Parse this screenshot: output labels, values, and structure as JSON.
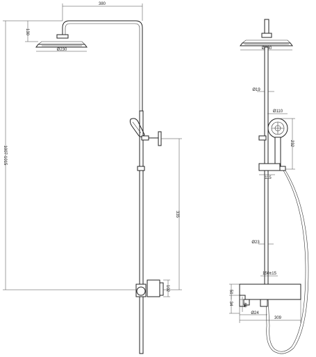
{
  "colors": {
    "line": "#222222",
    "background": "#ffffff"
  },
  "front_view": {
    "dim_arm_width": "380",
    "dim_head_drop": "130",
    "dim_head_diameter": "Ø230",
    "dim_total_height": "1007-1015",
    "dim_bar_height": "335",
    "dim_outlet": "102"
  },
  "side_view": {
    "dim_head_diameter": "Ø230",
    "dim_pipe": "Ø19",
    "dim_hand_diameter": "Ø110",
    "dim_hand_height": "232",
    "dim_slider": "115",
    "dim_bar": "Ø23",
    "dim_mixer_centers": "150±15",
    "dim_a": "50",
    "dim_b": "60",
    "dim_c": "34",
    "dim_d": "Ø24",
    "dim_mixer_width": "309"
  }
}
